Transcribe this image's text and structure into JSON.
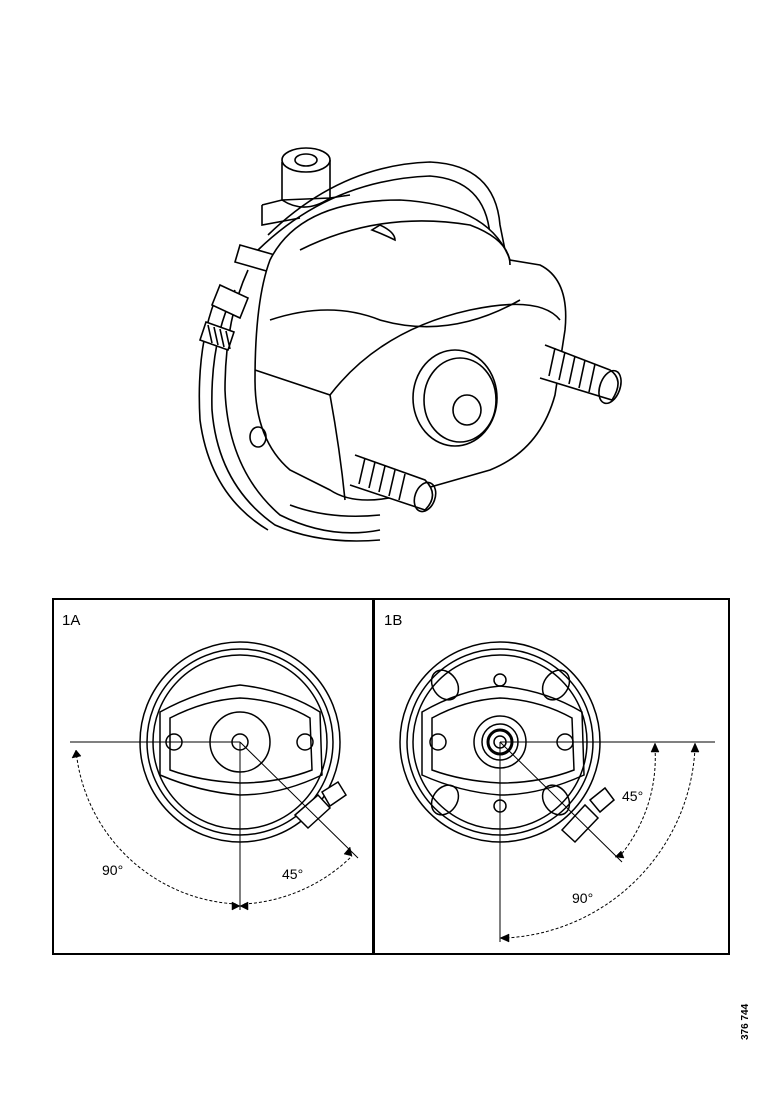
{
  "figure": {
    "panel_a": {
      "label": "1A",
      "angle_left": "90°",
      "angle_right": "45°"
    },
    "panel_b": {
      "label": "1B",
      "angle_upper": "45°",
      "angle_lower": "90°"
    },
    "document_id": "376 744"
  }
}
